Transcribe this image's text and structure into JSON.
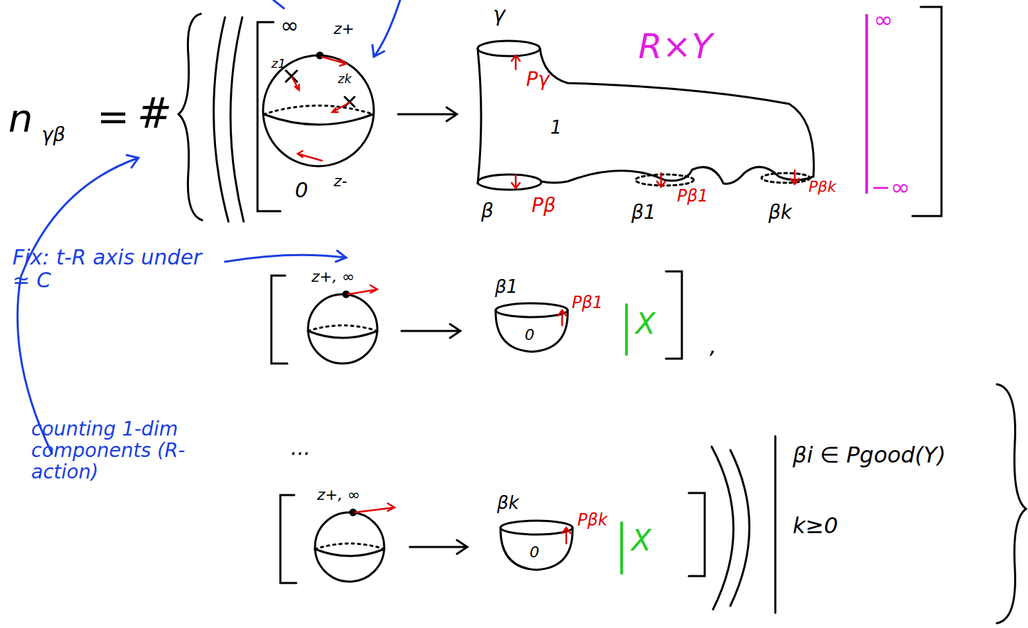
{
  "diagram": {
    "labels": [
      "n",
      "γβ",
      "=",
      "#",
      "∞",
      "z+",
      "z1",
      "zk",
      "0",
      "z-",
      "γ",
      "Pγ",
      "1",
      "β",
      "Pβ",
      "β1",
      "Pβ1",
      "βk",
      "Pβk",
      "R×Y",
      "∞",
      "−∞",
      "Fix: t-R axis under ≃ C",
      "z+, ∞",
      "β1",
      "Pβ1",
      "0",
      "X",
      ",",
      "counting 1-dim components (R-action)",
      "...",
      "z+, ∞",
      "βk",
      "Pβk",
      "0",
      "X",
      "βi ∈ Pgood(Y)",
      "k≥0"
    ]
  }
}
